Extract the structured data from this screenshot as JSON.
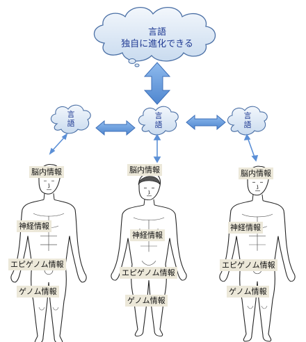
{
  "top_cloud": {
    "line1": "言語",
    "line2": "独自に進化できる"
  },
  "small_clouds": {
    "left": {
      "line1": "言",
      "line2": "語"
    },
    "center": {
      "line1": "言",
      "line2": "語"
    },
    "right": {
      "line1": "言",
      "line2": "語"
    }
  },
  "figures": {
    "left": {
      "brain": "脳内情報",
      "nerve": "神経情報",
      "epigenome": "エピゲノム情報",
      "genome": "ゲノム情報"
    },
    "center": {
      "brain": "脳内情報",
      "nerve": "神経情報",
      "epigenome": "エピゲノム情報",
      "genome": "ゲノム情報"
    },
    "right": {
      "brain": "脳内情報",
      "nerve": "神経情報",
      "epigenome": "エピゲノム情報",
      "genome": "ゲノム情報"
    }
  },
  "colors": {
    "cloud_fill": "#dce8f5",
    "cloud_stroke": "#4a6fa5",
    "arrow_fill": "#6fa3e0",
    "label_bg": "#ece8d9",
    "text_blue": "#1f3a93"
  }
}
